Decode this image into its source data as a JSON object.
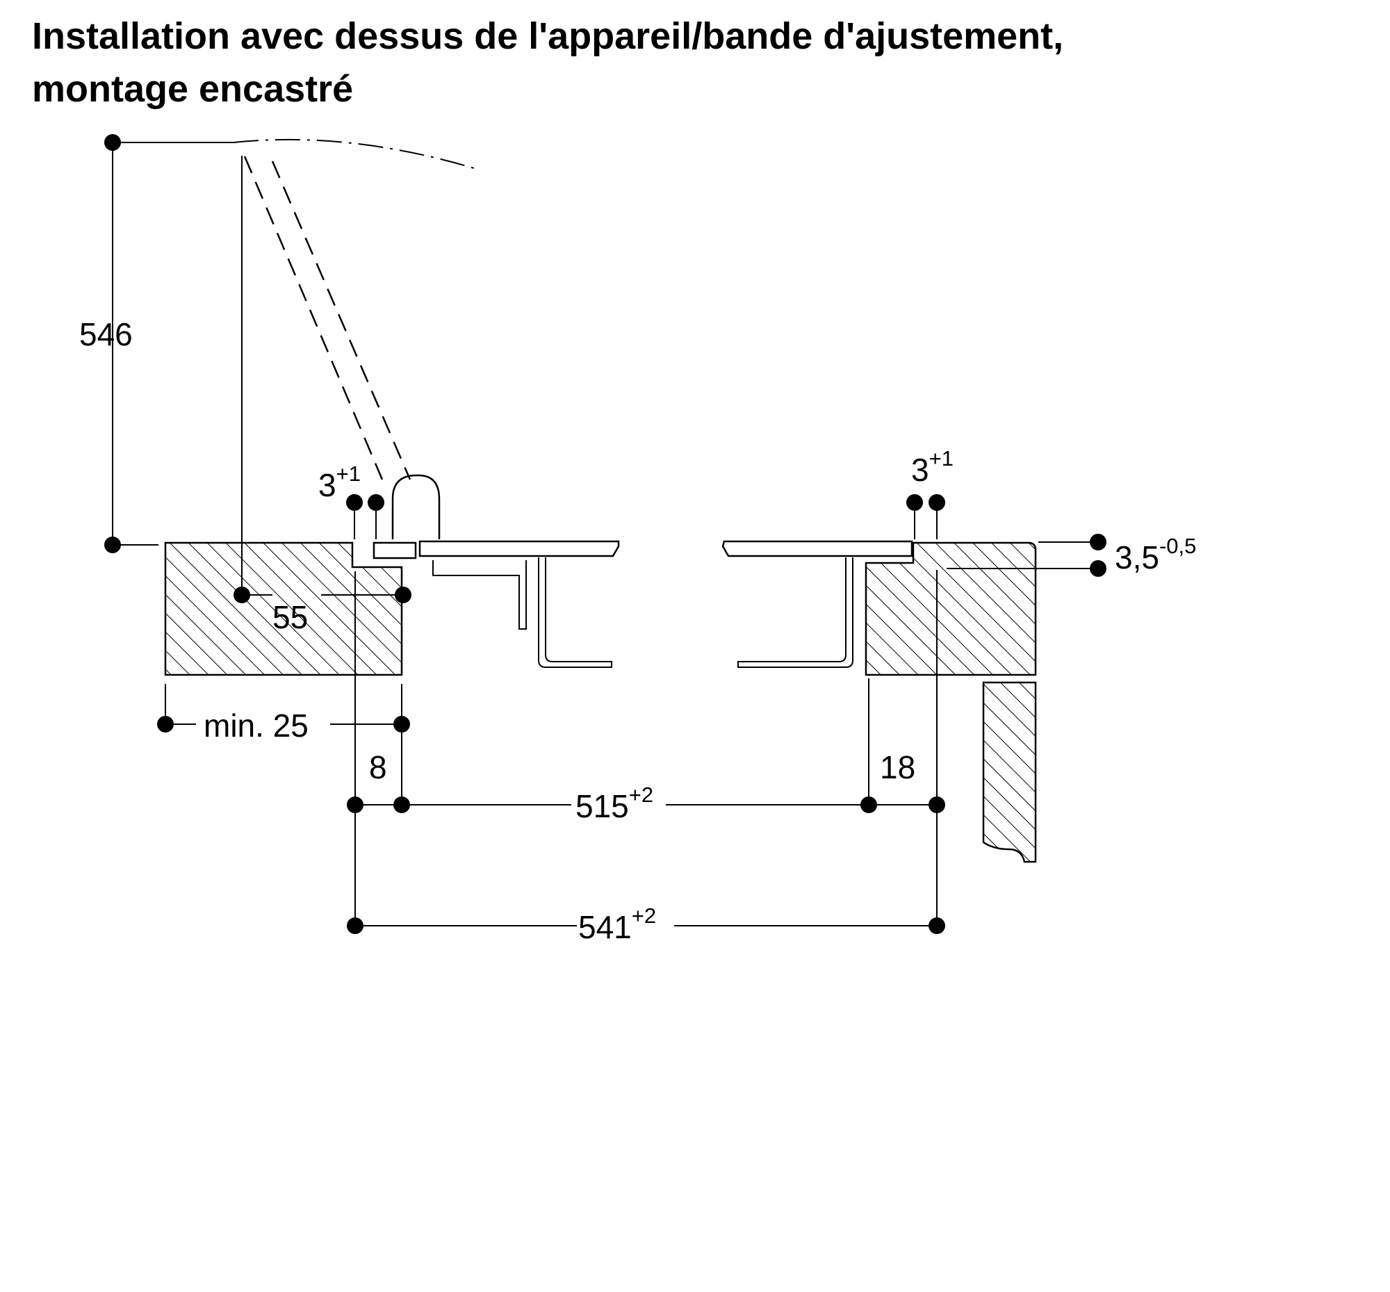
{
  "title": {
    "line1": "Installation avec dessus de l'appareil/bande d'ajustement,",
    "line2": "montage encastré"
  },
  "dimensions": {
    "height_open": "546",
    "gap_left": {
      "value": "3",
      "tolerance": "+1"
    },
    "gap_right": {
      "value": "3",
      "tolerance": "+1"
    },
    "flush_depth": {
      "value": "3,5",
      "tolerance": "-0,5"
    },
    "hinge_offset": "55",
    "min_distance": "min. 25",
    "rebate_left": "8",
    "rebate_right": "18",
    "cutout_width": {
      "value": "515",
      "tolerance": "+2"
    },
    "overall_width": {
      "value": "541",
      "tolerance": "+2"
    }
  }
}
